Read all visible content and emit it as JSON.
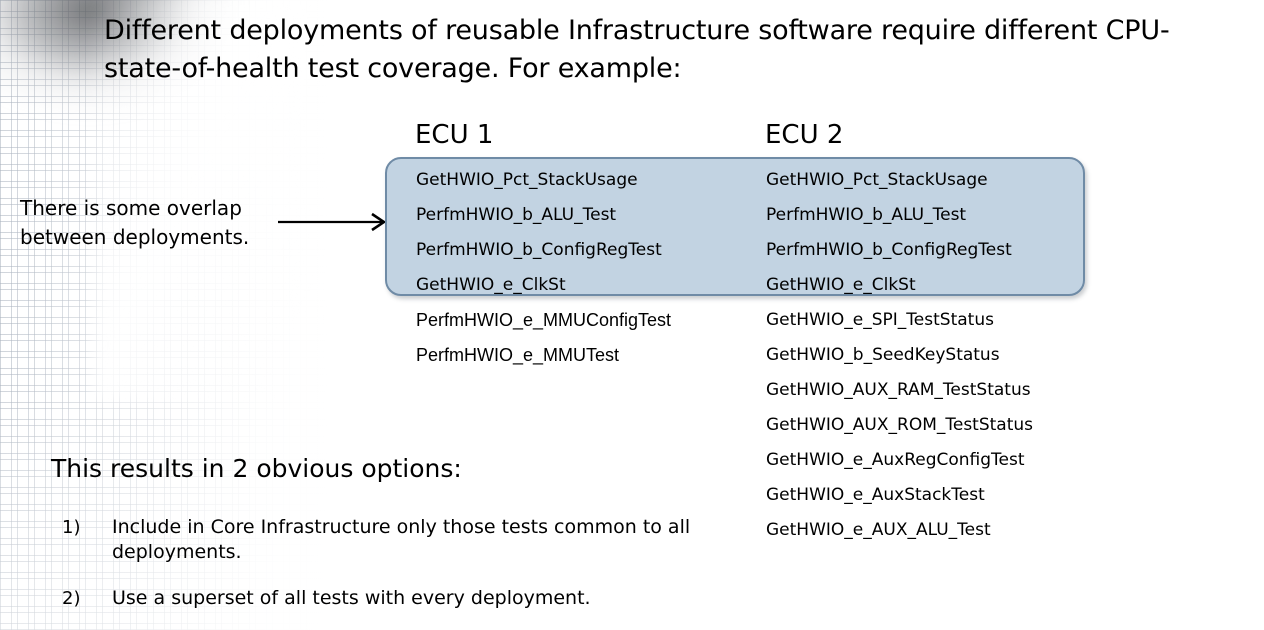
{
  "slide": {
    "headline": "Different deployments of reusable Infrastructure software require different CPU-state-of-health test coverage. For example:",
    "overlap_note": "There is some overlap between deployments.",
    "arrow_icon": "right-arrow-icon",
    "options_title": "This results in 2 obvious options:",
    "options": [
      {
        "marker": "1)",
        "text": "Include in Core Infrastructure only those tests common to all deployments."
      },
      {
        "marker": "2)",
        "text": "Use a superset of all tests with every deployment."
      }
    ]
  },
  "colors": {
    "box_fill": "#c2d3e2",
    "box_border": "#6f8ba6",
    "text": "#000000",
    "background": "#ffffff"
  },
  "columns": [
    {
      "id": "ecu1",
      "heading": "ECU 1",
      "items": [
        {
          "label": "GetHWIO_Pct_StackUsage",
          "in_overlap": true,
          "font": "calibri"
        },
        {
          "label": "PerfmHWIO_b_ALU_Test",
          "in_overlap": true,
          "font": "calibri"
        },
        {
          "label": "PerfmHWIO_b_ConfigRegTest",
          "in_overlap": true,
          "font": "calibri"
        },
        {
          "label": "GetHWIO_e_ClkSt",
          "in_overlap": true,
          "font": "calibri"
        },
        {
          "label": "PerfmHWIO_e_MMUConfigTest",
          "in_overlap": false,
          "font": "arial"
        },
        {
          "label": "PerfmHWIO_e_MMUTest",
          "in_overlap": false,
          "font": "arial"
        }
      ]
    },
    {
      "id": "ecu2",
      "heading": "ECU 2",
      "items": [
        {
          "label": "GetHWIO_Pct_StackUsage",
          "in_overlap": true,
          "font": "calibri"
        },
        {
          "label": "PerfmHWIO_b_ALU_Test",
          "in_overlap": true,
          "font": "calibri"
        },
        {
          "label": "PerfmHWIO_b_ConfigRegTest",
          "in_overlap": true,
          "font": "calibri"
        },
        {
          "label": "GetHWIO_e_ClkSt",
          "in_overlap": true,
          "font": "calibri"
        },
        {
          "label": "GetHWIO_e_SPI_TestStatus",
          "in_overlap": false,
          "font": "calibri"
        },
        {
          "label": "GetHWIO_b_SeedKeyStatus",
          "in_overlap": false,
          "font": "calibri"
        },
        {
          "label": "GetHWIO_AUX_RAM_TestStatus",
          "in_overlap": false,
          "font": "calibri"
        },
        {
          "label": "GetHWIO_AUX_ROM_TestStatus",
          "in_overlap": false,
          "font": "calibri"
        },
        {
          "label": "GetHWIO_e_AuxRegConfigTest",
          "in_overlap": false,
          "font": "calibri"
        },
        {
          "label": "GetHWIO_e_AuxStackTest",
          "in_overlap": false,
          "font": "calibri"
        },
        {
          "label": "GetHWIO_e_AUX_ALU_Test",
          "in_overlap": false,
          "font": "calibri"
        }
      ]
    }
  ]
}
